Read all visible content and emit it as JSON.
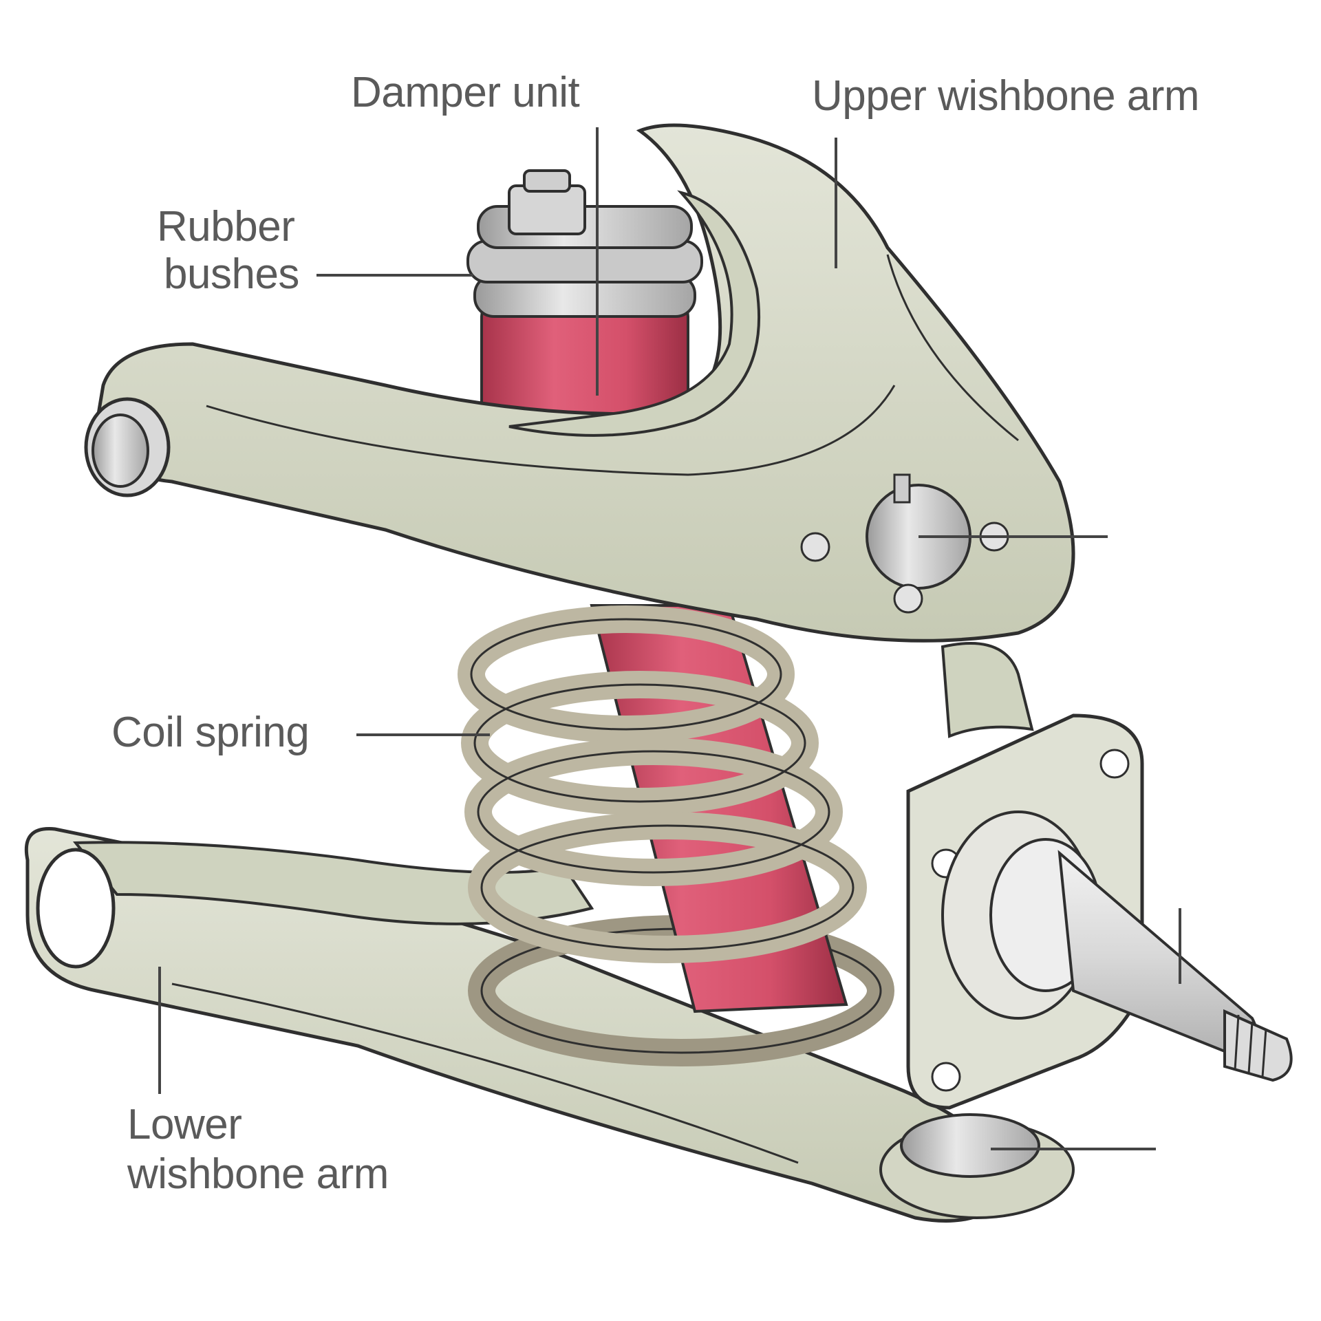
{
  "labels": {
    "damper_unit": "Damper unit",
    "upper_wishbone_arm": "Upper wishbone arm",
    "rubber_bushes_line1": "Rubber",
    "rubber_bushes_line2": "bushes",
    "coil_spring": "Coil spring",
    "lower_wishbone_line1": "Lower",
    "lower_wishbone_line2": "wishbone arm"
  },
  "colors": {
    "arm_fill": "#d9dccd",
    "arm_shade": "#c3c7b2",
    "outline": "#2f2f2f",
    "damper_red": "#d4506a",
    "damper_dark": "#a8344b",
    "spring": "#bdb7a2",
    "spring_shade": "#9e9783",
    "metal_light": "#e6e6e6",
    "metal": "#bdbdbd",
    "leader": "#444444",
    "label_text": "#5a5a5a"
  }
}
